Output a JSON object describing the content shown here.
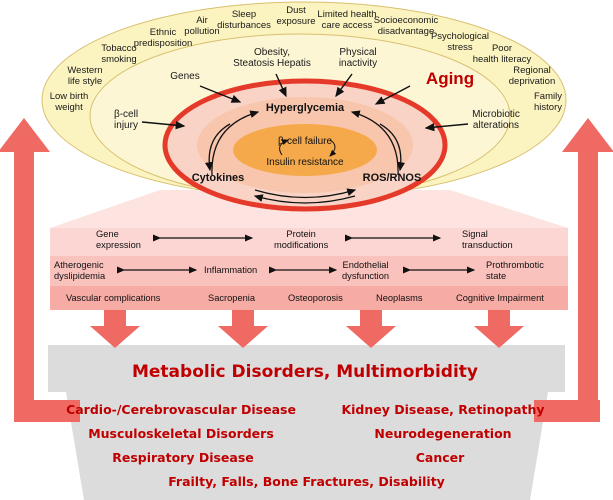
{
  "outer_factors": [
    "Low birth\nweight",
    "Western\nlife style",
    "Tobacco\nsmoking",
    "Ethnic\npredisposition",
    "Air\npollution",
    "Sleep\ndisturbances",
    "Dust\nexposure",
    "Limited health\ncare access",
    "Socioeconomic\ndisadvantage",
    "Psychological\nstress",
    "Poor\nhealth literacy",
    "Regional\ndeprivation",
    "Family\nhistory"
  ],
  "inner_factors": {
    "genes": "Genes",
    "obesity": "Obesity,\nSteatosis Hepatis",
    "physical": "Physical\ninactivity",
    "beta_injury": "β-cell\ninjury",
    "microbiotic": "Microbiotic\nalterations",
    "aging": "Aging"
  },
  "core": {
    "hyperglycemia": "Hyperglycemia",
    "cytokines": "Cytokines",
    "ros": "ROS/RNOS",
    "beta_failure": "β-cell failure",
    "insulin": "Insulin resistance"
  },
  "bands": {
    "row1": [
      "Gene\nexpression",
      "Protein\nmodifications",
      "Signal\ntransduction"
    ],
    "row2": [
      "Atherogenic\ndyslipidemia",
      "Inflammation",
      "Endothelial\ndysfunction",
      "Prothrombotic\nstate"
    ],
    "row3": [
      "Vascular complications",
      "Sacropenia",
      "Osteoporosis",
      "Neoplasms",
      "Cognitive Impairment"
    ]
  },
  "diseases": {
    "title": "Metabolic Disorders,  Multimorbidity",
    "left": [
      "Cardio-/Cerebrovascular  Disease",
      "Musculoskeletal  Disorders",
      "Respiratory Disease"
    ],
    "right": [
      "Kidney Disease, Retinopathy",
      "Neurodegeneration",
      "Cancer"
    ],
    "bottom": "Frailty, Falls, Bone Fractures, Disability"
  },
  "colors": {
    "outer_ellipse": "#fbf3c0",
    "second_ellipse": "#fcf6d4",
    "ring_fill": "#f9d4c6",
    "ring_stroke": "#e53a2a",
    "core_fill": "#f5a94a",
    "band_light": "#fbd0cd",
    "band_mid": "#f6b0aa",
    "arrow_red": "#ef6a62",
    "accent_red": "#c00000",
    "disease_bg": "#dcdcdc"
  },
  "icons": [
    "double-arrow-icon",
    "curved-arrow-icon",
    "down-arrow-icon",
    "feedback-arrow-icon"
  ]
}
